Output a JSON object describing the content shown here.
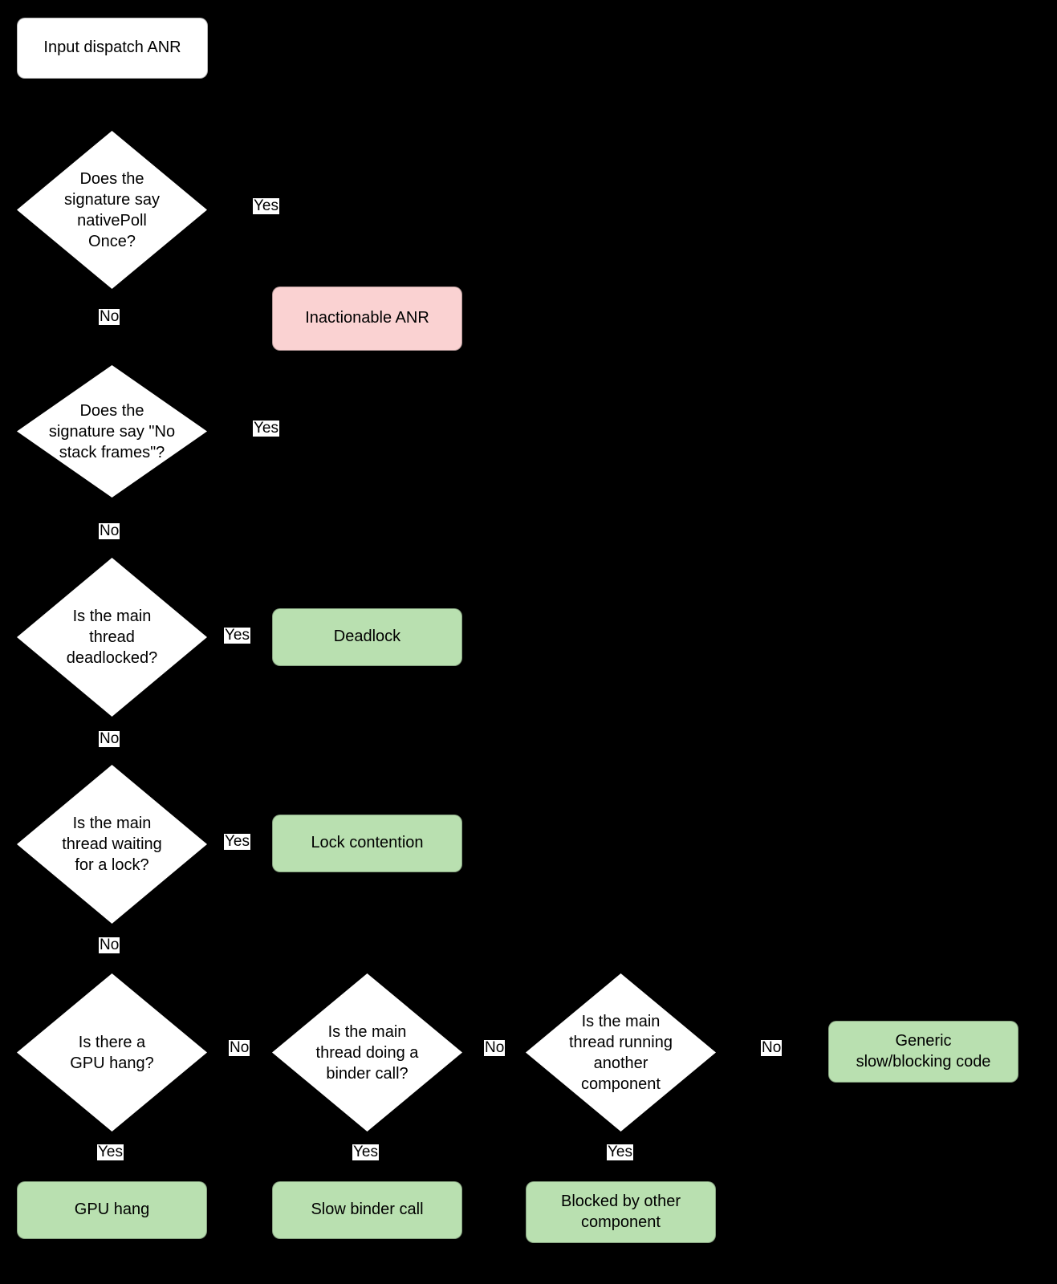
{
  "diagram": {
    "title": "Input dispatch ANR triage flowchart",
    "background_color": "#000000",
    "edge_color": "#000000",
    "node_colors": {
      "start": "#ffffff",
      "decision": "#ffffff",
      "inactionable": "#fad2d2",
      "outcome": "#b9e0b0",
      "text": "#000000",
      "edge_label_background": "#ffffff"
    }
  },
  "nodes": {
    "start": {
      "label": "Input dispatch ANR"
    },
    "d1": {
      "label": "Does the\nsignature say\nnativePoll\nOnce?"
    },
    "d2": {
      "label": "Does the\nsignature say \"No\nstack frames\"?"
    },
    "d3": {
      "label": "Is the main\nthread\ndeadlocked?"
    },
    "d4": {
      "label": "Is the main\nthread waiting\nfor a lock?"
    },
    "d5": {
      "label": "Is there a\nGPU hang?"
    },
    "d6": {
      "label": "Is the main\nthread doing a\nbinder call?"
    },
    "d7": {
      "label": "Is the main\nthread running\nanother\ncomponent"
    },
    "inactionable": {
      "label": "Inactionable ANR"
    },
    "deadlock": {
      "label": "Deadlock"
    },
    "lock_contention": {
      "label": "Lock contention"
    },
    "generic_slow": {
      "label": "Generic\nslow/blocking code"
    },
    "gpu_hang": {
      "label": "GPU hang"
    },
    "slow_binder": {
      "label": "Slow binder call"
    },
    "blocked_other": {
      "label": "Blocked by other\ncomponent"
    }
  },
  "edge_labels": {
    "d1_yes": "Yes",
    "d1_no": "No",
    "d2_yes": "Yes",
    "d2_no": "No",
    "d3_yes": "Yes",
    "d3_no": "No",
    "d4_yes": "Yes",
    "d4_no": "No",
    "d5_no": "No",
    "d5_yes": "Yes",
    "d6_no": "No",
    "d6_yes": "Yes",
    "d7_no": "No",
    "d7_yes": "Yes"
  }
}
